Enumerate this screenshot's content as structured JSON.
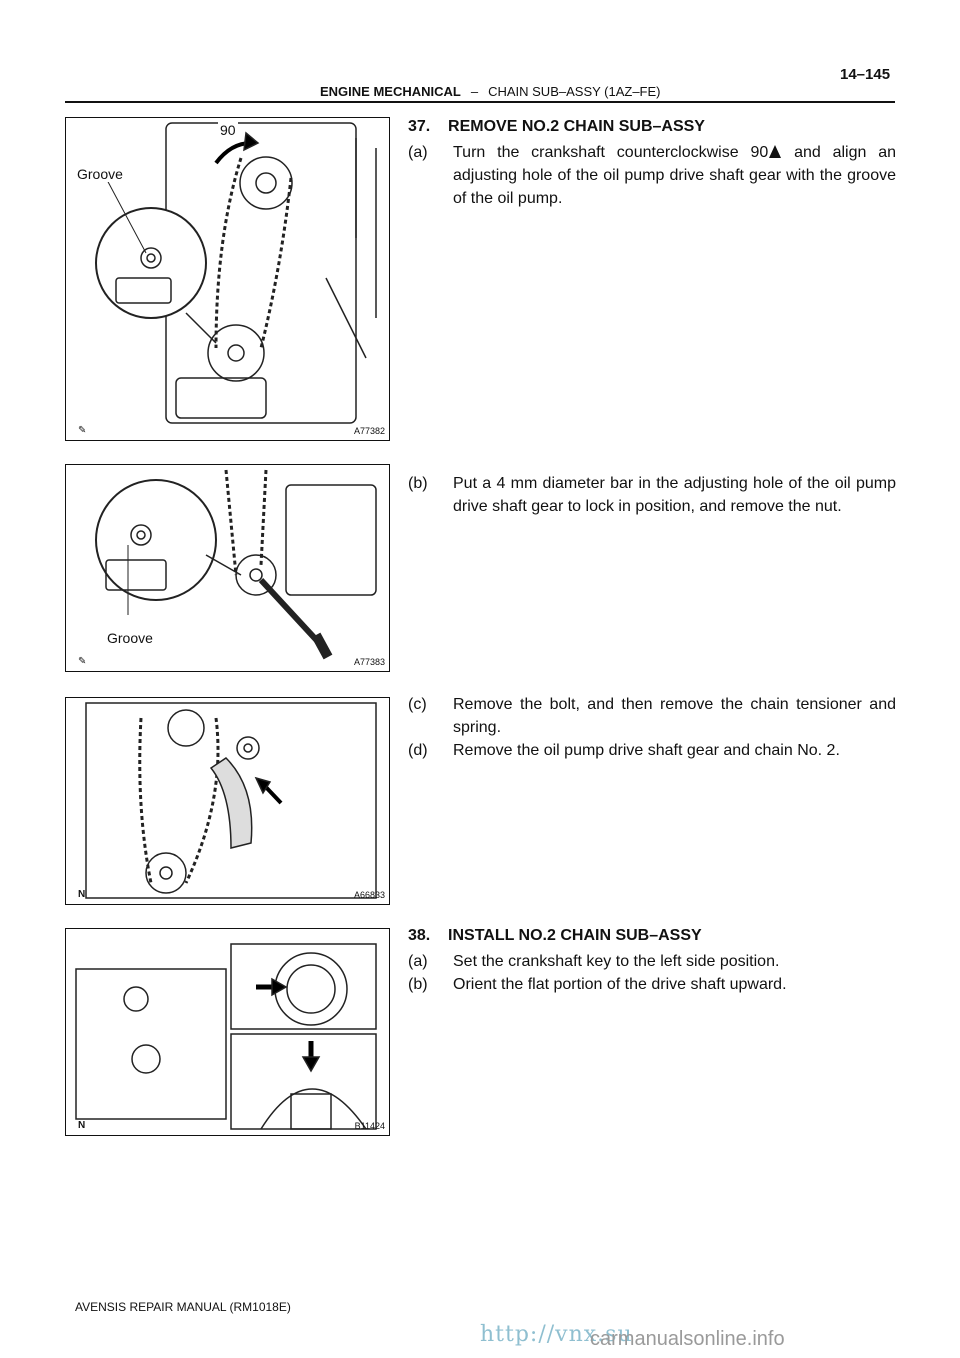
{
  "header": {
    "section": "ENGINE MECHANICAL",
    "separator": "–",
    "subsection": "CHAIN SUB–ASSY (1AZ–FE)",
    "page_number": "14–145"
  },
  "figures": [
    {
      "code": "A77382",
      "labels": [
        "Groove",
        "90"
      ],
      "mark": "✎"
    },
    {
      "code": "A77383",
      "labels": [
        "Groove"
      ],
      "mark": "✎"
    },
    {
      "code": "A66833",
      "labels": [],
      "mark": "N"
    },
    {
      "code": "B11424",
      "labels": [],
      "mark": "N"
    }
  ],
  "steps": {
    "s37": {
      "title": "37.    REMOVE NO.2 CHAIN SUB–ASSY",
      "a_label": "(a)",
      "a_pre": "Turn the crankshaft counterclockwise 90",
      "a_post": " and align an adjusting hole of the oil pump drive shaft gear with the groove of the oil pump.",
      "b_label": "(b)",
      "b_text": "Put a 4 mm diameter bar in the adjusting hole of the oil pump drive shaft gear to lock in position, and remove the nut.",
      "c_label": "(c)",
      "c_text": "Remove the bolt, and then remove the chain tensioner and spring.",
      "d_label": "(d)",
      "d_text": "Remove the oil pump drive shaft gear and chain No. 2."
    },
    "s38": {
      "title": "38.    INSTALL NO.2 CHAIN SUB–ASSY",
      "a_label": "(a)",
      "a_text": "Set the crankshaft key to the left side position.",
      "b_label": "(b)",
      "b_text": "Orient the flat portion of the drive shaft upward."
    }
  },
  "footer": {
    "manual": "AVENSIS REPAIR MANUAL   (RM1018E)",
    "watermark": "http://vnx.su",
    "watermark2": "carmanualsonline.info"
  }
}
